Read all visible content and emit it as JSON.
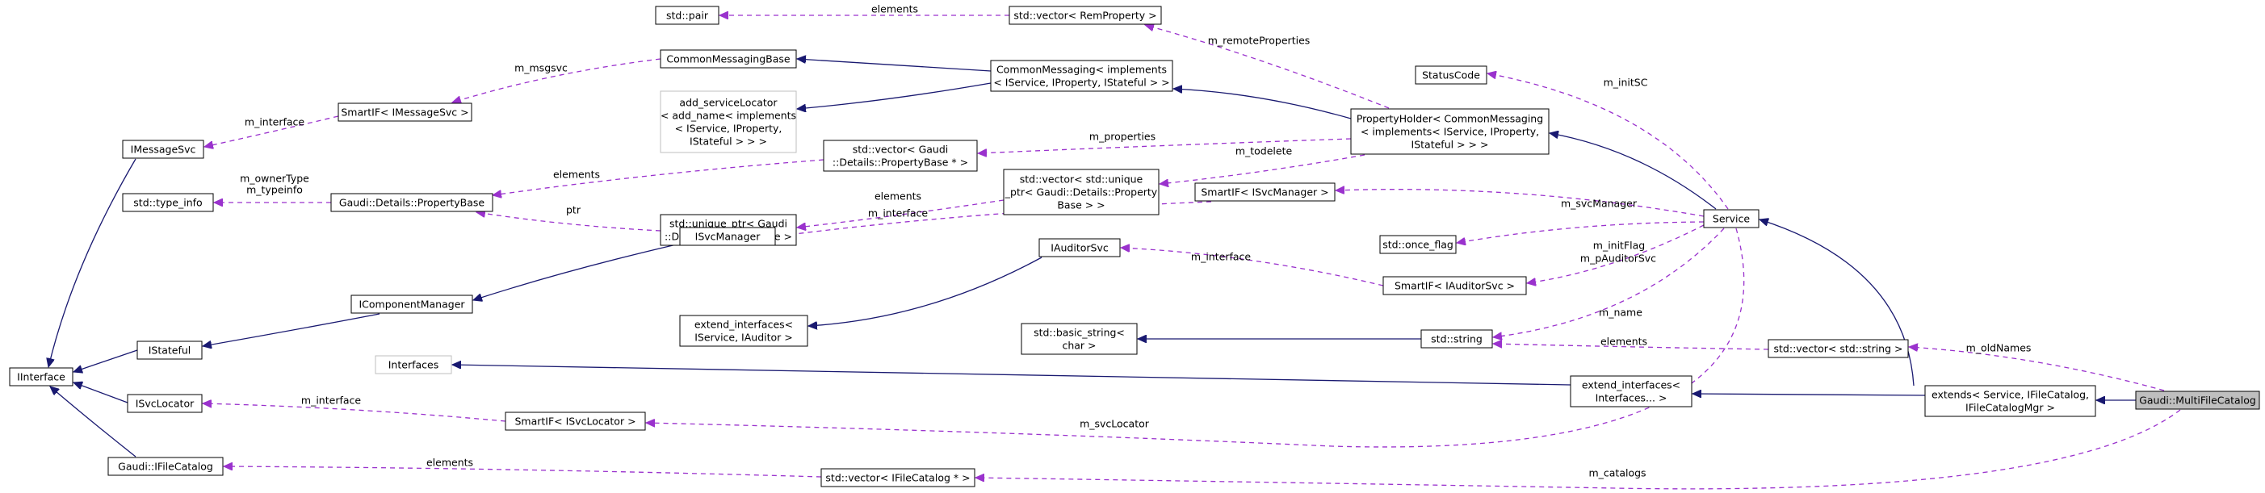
{
  "nodes": [
    {
      "id": "interface",
      "lines": [
        "IInterface"
      ]
    },
    {
      "id": "message-svc",
      "lines": [
        "IMessageSvc"
      ]
    },
    {
      "id": "type-info",
      "lines": [
        "std::type_info"
      ]
    },
    {
      "id": "stateful",
      "lines": [
        "IStateful"
      ]
    },
    {
      "id": "svc-locator",
      "lines": [
        "ISvcLocator"
      ]
    },
    {
      "id": "ifile-catalog",
      "lines": [
        "Gaudi::IFileCatalog"
      ]
    },
    {
      "id": "std-pair",
      "lines": [
        "std::pair"
      ]
    },
    {
      "id": "smartif-message-svc",
      "lines": [
        "SmartIF< IMessageSvc >"
      ]
    },
    {
      "id": "common-messaging-base",
      "lines": [
        "CommonMessagingBase"
      ]
    },
    {
      "id": "add-service-locator",
      "lines": [
        "add_serviceLocator",
        "< add_name< implements",
        "< IService, IProperty,",
        "IStateful > > >"
      ]
    },
    {
      "id": "property-base",
      "lines": [
        "Gaudi::Details::PropertyBase"
      ]
    },
    {
      "id": "unique-ptr-property-base",
      "lines": [
        "std::unique_ptr< Gaudi",
        "::Details::PropertyBase >"
      ]
    },
    {
      "id": "vector-property-base",
      "lines": [
        "std::vector< Gaudi",
        "::Details::PropertyBase * >"
      ]
    },
    {
      "id": "component-manager",
      "lines": [
        "IComponentManager"
      ]
    },
    {
      "id": "svc-manager",
      "lines": [
        "ISvcManager"
      ]
    },
    {
      "id": "interfaces",
      "lines": [
        "Interfaces"
      ]
    },
    {
      "id": "extend-interfaces-auditor",
      "lines": [
        "extend_interfaces<",
        "IService, IAuditor >"
      ]
    },
    {
      "id": "smartif-svc-locator",
      "lines": [
        "SmartIF< ISvcLocator >"
      ]
    },
    {
      "id": "vector-ifile-catalog",
      "lines": [
        "std::vector< IFileCatalog * >"
      ]
    },
    {
      "id": "vector-remote-property",
      "lines": [
        "std::vector< RemProperty >"
      ]
    },
    {
      "id": "common-messaging",
      "lines": [
        "CommonMessaging< implements",
        "< IService, IProperty, IStateful > >"
      ]
    },
    {
      "id": "vector-unique-ptr",
      "lines": [
        "std::vector< std::unique",
        "_ptr< Gaudi::Details::Property",
        "Base > >"
      ]
    },
    {
      "id": "auditor-svc",
      "lines": [
        "IAuditorSvc"
      ]
    },
    {
      "id": "basic-string",
      "lines": [
        "std::basic_string<",
        "char >"
      ]
    },
    {
      "id": "smartif-svc-manager",
      "lines": [
        "SmartIF< ISvcManager >"
      ]
    },
    {
      "id": "status-code",
      "lines": [
        "StatusCode"
      ]
    },
    {
      "id": "property-holder",
      "lines": [
        "PropertyHolder< CommonMessaging",
        "< implements< IService, IProperty,",
        "IStateful > > >"
      ]
    },
    {
      "id": "once-flag",
      "lines": [
        "std::once_flag"
      ]
    },
    {
      "id": "smartif-auditor-svc",
      "lines": [
        "SmartIF< IAuditorSvc >"
      ]
    },
    {
      "id": "std-string",
      "lines": [
        "std::string"
      ]
    },
    {
      "id": "extend-interfaces-variadic",
      "lines": [
        "extend_interfaces<",
        "Interfaces... >"
      ]
    },
    {
      "id": "service",
      "lines": [
        "Service"
      ]
    },
    {
      "id": "vector-string",
      "lines": [
        "std::vector< std::string >"
      ]
    },
    {
      "id": "extends-service",
      "lines": [
        "extends< Service, IFileCatalog,",
        "IFileCatalogMgr >"
      ]
    },
    {
      "id": "multi-file-catalog",
      "lines": [
        "Gaudi::MultiFileCatalog"
      ]
    }
  ],
  "edges": [
    {
      "id": "message-svc-to-interface",
      "kind": "inheritance",
      "label": ""
    },
    {
      "id": "stateful-to-interface",
      "kind": "inheritance",
      "label": ""
    },
    {
      "id": "svc-locator-to-interface",
      "kind": "inheritance",
      "label": ""
    },
    {
      "id": "ifile-catalog-to-interface",
      "kind": "inheritance",
      "label": ""
    },
    {
      "id": "component-manager-to-stateful",
      "kind": "inheritance",
      "label": ""
    },
    {
      "id": "svc-manager-to-component-manager",
      "kind": "inheritance",
      "label": ""
    },
    {
      "id": "auditor-svc-to-extend-interfaces",
      "kind": "inheritance",
      "label": ""
    },
    {
      "id": "common-messaging-to-base",
      "kind": "inheritance",
      "label": ""
    },
    {
      "id": "common-messaging-to-add-service-locator",
      "kind": "inheritance",
      "label": ""
    },
    {
      "id": "property-holder-to-common-messaging",
      "kind": "inheritance",
      "label": ""
    },
    {
      "id": "service-to-property-holder",
      "kind": "inheritance",
      "label": ""
    },
    {
      "id": "basic-string-to-string",
      "kind": "inheritance",
      "label": ""
    },
    {
      "id": "extend-variadic-to-interfaces",
      "kind": "inheritance",
      "label": ""
    },
    {
      "id": "extends-to-service",
      "kind": "inheritance",
      "label": ""
    },
    {
      "id": "extends-to-extend-variadic",
      "kind": "inheritance",
      "label": ""
    },
    {
      "id": "multi-catalog-to-extends",
      "kind": "inheritance",
      "label": ""
    },
    {
      "id": "vector-rem-to-pair",
      "kind": "usage",
      "label": "elements"
    },
    {
      "id": "smartif-msg-to-message-svc",
      "kind": "usage",
      "label": "m_interface"
    },
    {
      "id": "common-base-to-smartif-msg",
      "kind": "usage",
      "label": "m_msgsvc"
    },
    {
      "id": "property-base-to-type-info",
      "kind": "usage",
      "label": "m_ownerType\nm_typeinfo"
    },
    {
      "id": "vector-pb-to-property-base",
      "kind": "usage",
      "label": "elements"
    },
    {
      "id": "unique-ptr-to-property-base",
      "kind": "usage",
      "label": "ptr"
    },
    {
      "id": "vector-unique-to-unique-ptr",
      "kind": "usage",
      "label": "elements"
    },
    {
      "id": "smartif-svcmgr-to-svc-manager",
      "kind": "usage",
      "label": "m_interface"
    },
    {
      "id": "smartif-auditor-to-auditor-svc",
      "kind": "usage",
      "label": "m_interface"
    },
    {
      "id": "smartif-locator-to-svc-locator",
      "kind": "usage",
      "label": "m_interface"
    },
    {
      "id": "vector-catalog-to-ifile-catalog",
      "kind": "usage",
      "label": "elements"
    },
    {
      "id": "property-holder-to-vector-rem",
      "kind": "usage",
      "label": "m_remoteProperties"
    },
    {
      "id": "property-holder-to-vector-pb",
      "kind": "usage",
      "label": "m_properties"
    },
    {
      "id": "property-holder-to-vector-unique",
      "kind": "usage",
      "label": "m_todelete"
    },
    {
      "id": "service-to-status-code",
      "kind": "usage",
      "label": "m_initSC"
    },
    {
      "id": "service-to-smartif-svcmgr",
      "kind": "usage",
      "label": "m_svcManager"
    },
    {
      "id": "service-to-once-flag",
      "kind": "usage",
      "label": "m_initFlag"
    },
    {
      "id": "service-to-smartif-auditor",
      "kind": "usage",
      "label": "m_pAuditorSvc"
    },
    {
      "id": "service-to-string",
      "kind": "usage",
      "label": "m_name"
    },
    {
      "id": "service-to-smartif-locator",
      "kind": "usage",
      "label": "m_svcLocator"
    },
    {
      "id": "vector-string-to-string",
      "kind": "usage",
      "label": "elements"
    },
    {
      "id": "multi-catalog-to-vector-string",
      "kind": "usage",
      "label": "m_oldNames"
    },
    {
      "id": "multi-catalog-to-vector-catalog",
      "kind": "usage",
      "label": "m_catalogs"
    }
  ]
}
